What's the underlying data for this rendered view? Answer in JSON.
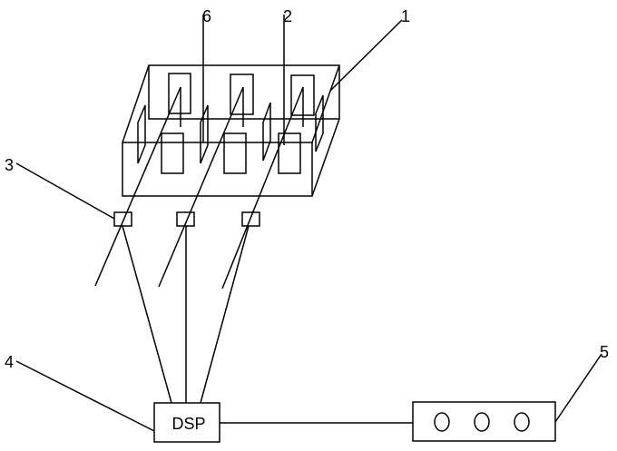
{
  "labels": {
    "l1": "1",
    "l2": "2",
    "l3": "3",
    "l4": "4",
    "l5": "5",
    "l6": "6"
  },
  "dsp_label": "DSP"
}
